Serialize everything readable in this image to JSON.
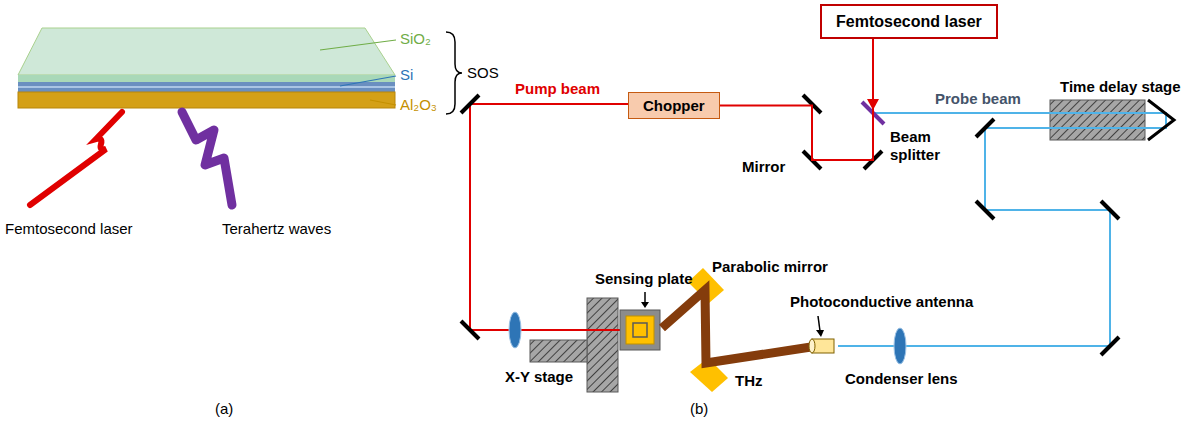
{
  "diagram": {
    "nodes": [
      {
        "text": [
          "Femtosecond laser"
        ]
      },
      {
        "text": [
          "Chopper"
        ]
      }
    ],
    "edges": [
      {
        "from": 0,
        "to": 1,
        "arrow": "none"
      }
    ],
    "labels": [
      "SiO₂",
      "Si",
      "SOS",
      "Al₂O₃",
      "Femtosecond laser",
      "Terahertz waves",
      "(a)",
      "Pump beam",
      "Mirror",
      "Beam splitter",
      "Probe beam",
      "Time delay stage",
      "Sensing plate",
      "Parabolic mirror",
      "Photoconductive antenna",
      "THz",
      "X-Y stage",
      "Condenser lens",
      "(b)"
    ]
  }
}
